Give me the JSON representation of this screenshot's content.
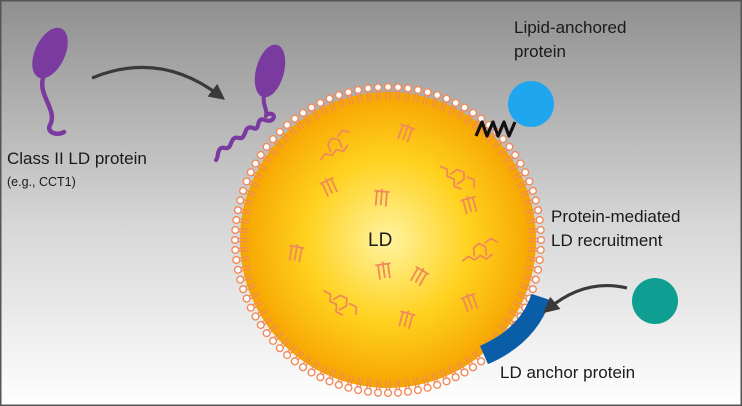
{
  "labels": {
    "class_ii_title": "Class II LD protein",
    "class_ii_example": "(e.g., CCT1)",
    "lipid_anchored_line1": "Lipid-anchored",
    "lipid_anchored_line2": "protein",
    "protein_mediated_line1": "Protein-mediated",
    "protein_mediated_line2": "LD recruitment",
    "ld_anchor": "LD anchor protein",
    "ld_center": "LD"
  },
  "colors": {
    "background_top": "#8f8f8f",
    "background_bottom": "#ffffff",
    "droplet_core": "#fff3a0",
    "droplet_mid": "#ffd21f",
    "droplet_edge": "#f6a400",
    "phospholipid": "#f08a5a",
    "class_ii_protein": "#7b3aa0",
    "lipid_anchored_protein": "#1ea7ee",
    "recruited_protein": "#0f9e92",
    "anchor_protein": "#0a5ea8",
    "arrow": "#3a3a3a",
    "lipid_anchor_chain": "#111111"
  },
  "icons": {
    "class_ii_protein": "purple-tadpole-protein-icon",
    "lipid_anchored_protein": "blue-sphere-protein-icon",
    "recruited_protein": "teal-sphere-protein-icon",
    "anchor_protein": "blue-arc-anchor-protein-icon"
  }
}
